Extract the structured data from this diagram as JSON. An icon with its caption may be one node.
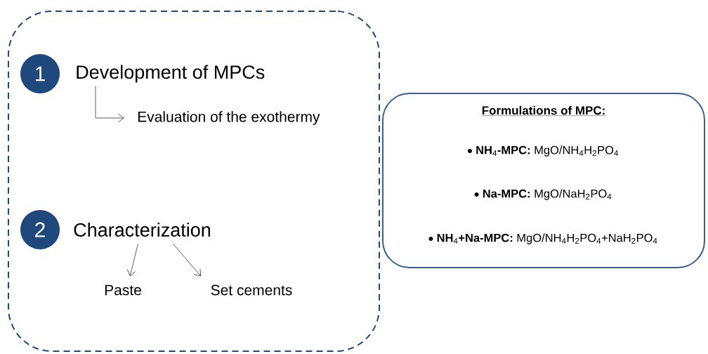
{
  "diagram": {
    "nodes": [
      {
        "text": [],
        "shape": "box"
      },
      {
        "text": [
          "1"
        ],
        "in": 0
      },
      {
        "text": [
          "Development of MPCs"
        ],
        "in": 0
      },
      {
        "text": [
          "Evaluation of the exothermy"
        ],
        "in": 0
      },
      {
        "text": [
          "2"
        ],
        "in": 0
      },
      {
        "text": [
          "Characterization"
        ],
        "in": 0
      },
      {
        "text": [
          "Paste"
        ],
        "in": 0
      },
      {
        "text": [
          "Set cements"
        ],
        "in": 0
      },
      {
        "text": [
          "Formulations of MPC:",
          "**NH**$_{4}$**-MPC:** MgO/NH$_{4}$H$_{2}$PO$_{4}$",
          "**Na-MPC:** MgO/NaH$_{2}$PO$_{4}$",
          "**NH**$_{4}$**+Na-MPC:** MgO/NH$_{4}$H$_{2}$PO$_{4}$+NaH$_{2}$PO$_{4}$"
        ]
      }
    ],
    "edges": [
      {
        "from": 2,
        "to": 3,
        "arrow": "to"
      },
      {
        "from": 5,
        "to": 6,
        "arrow": "to"
      },
      {
        "from": 5,
        "to": 7,
        "arrow": "to"
      }
    ]
  }
}
